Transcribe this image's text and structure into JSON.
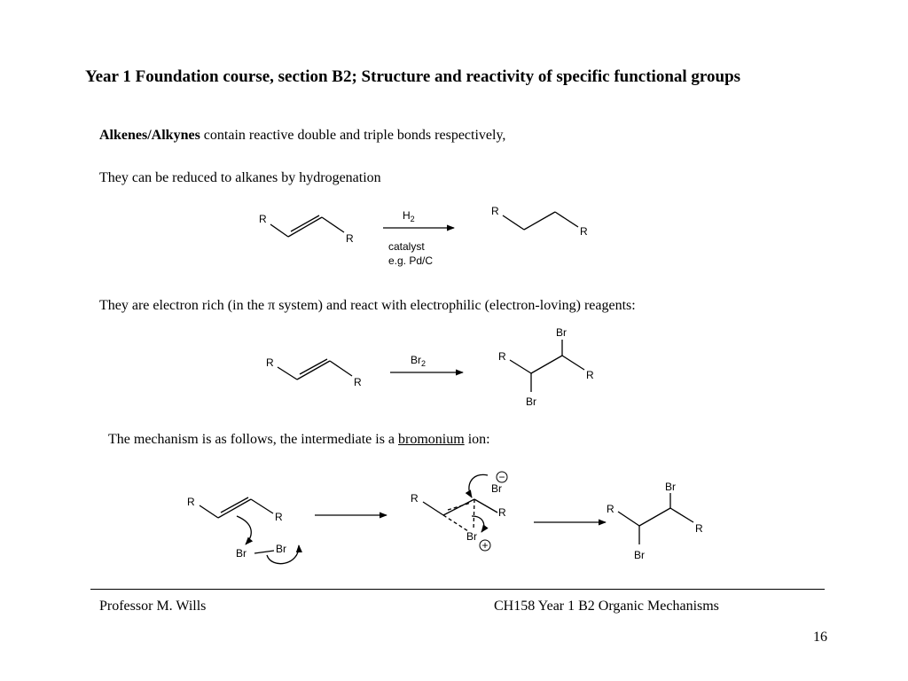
{
  "title": "Year 1 Foundation course, section B2; Structure and reactivity of specific functional groups",
  "intro": {
    "term": "Alkenes/Alkynes",
    "rest": " contain reactive double and triple bonds respectively,"
  },
  "hydrogenation_line": "They can be reduced to alkanes by hydrogenation",
  "electron_line": {
    "before": "They are electron rich (in the ",
    "pi": "π",
    "after": " system) and react with electrophilic (electron-loving) reagents:"
  },
  "mechanism_line": {
    "before": "The mechanism is as follows, the intermediate is a ",
    "term": "bromonium",
    "after": " ion:"
  },
  "labels": {
    "R": "R",
    "Br": "Br",
    "H": "H",
    "two": "2",
    "catalyst": "catalyst",
    "example_catalyst": "e.g. Pd/C",
    "minus": "−",
    "plus": "+"
  },
  "footer": {
    "author": "Professor M. Wills",
    "course": "CH158 Year 1 B2 Organic Mechanisms",
    "page_number": "16"
  }
}
